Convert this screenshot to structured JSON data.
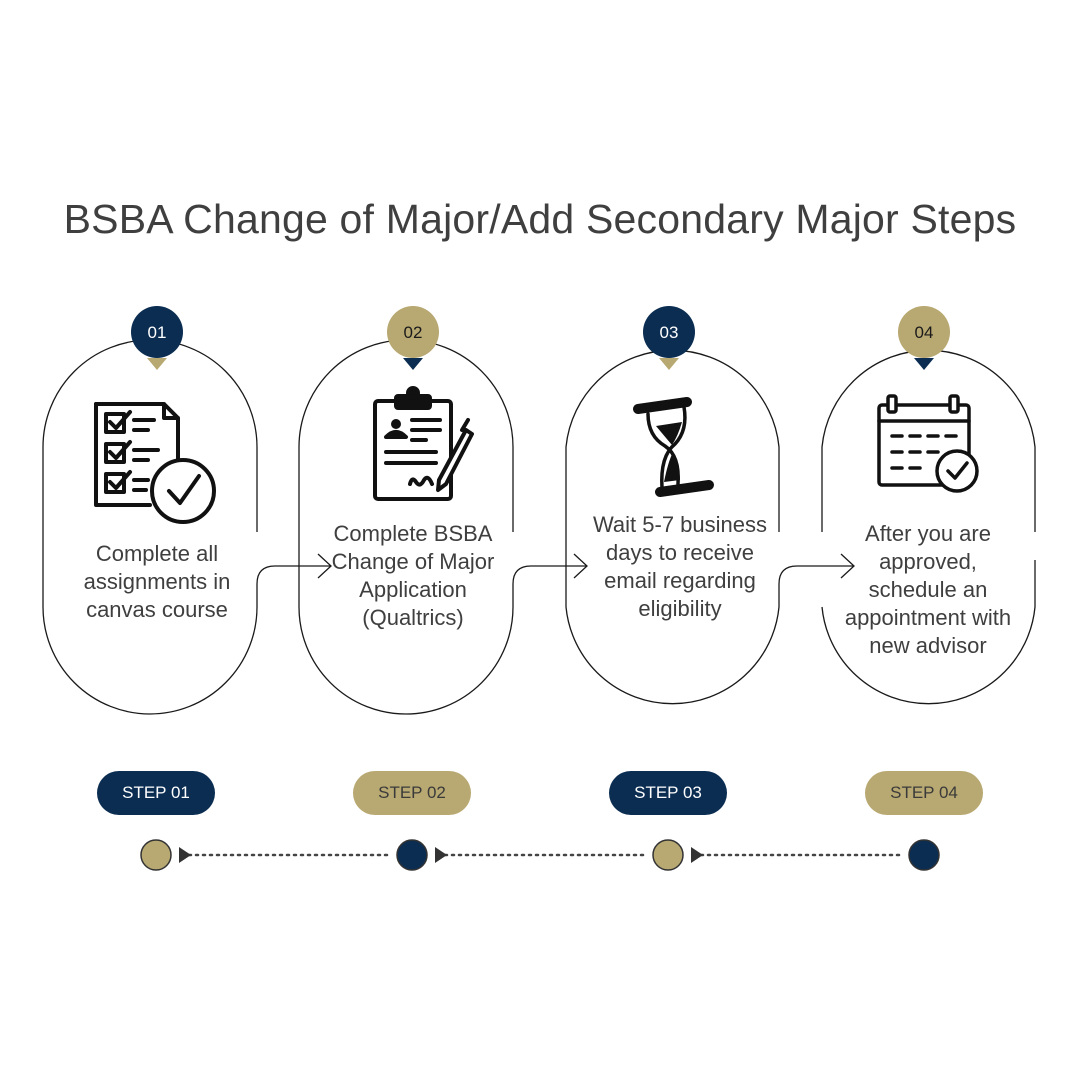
{
  "title": "BSBA Change of Major/Add Secondary Major Steps",
  "colors": {
    "navy": "#0b2d52",
    "gold": "#b8a872",
    "text": "#3f3f3f"
  },
  "steps": [
    {
      "number": "01",
      "label": "STEP 01",
      "text": "Complete all assignments in canvas course",
      "icon": "checklist-icon",
      "theme": "navy"
    },
    {
      "number": "02",
      "label": "STEP 02",
      "text": "Complete BSBA Change of Major Application (Qualtrics)",
      "icon": "clipboard-signature-icon",
      "theme": "gold"
    },
    {
      "number": "03",
      "label": "STEP 03",
      "text": "Wait 5-7 business days to receive email regarding eligibility",
      "icon": "hourglass-icon",
      "theme": "navy"
    },
    {
      "number": "04",
      "label": "STEP 04",
      "text": "After you are approved, schedule an appointment with new advisor",
      "icon": "calendar-check-icon",
      "theme": "gold"
    }
  ]
}
